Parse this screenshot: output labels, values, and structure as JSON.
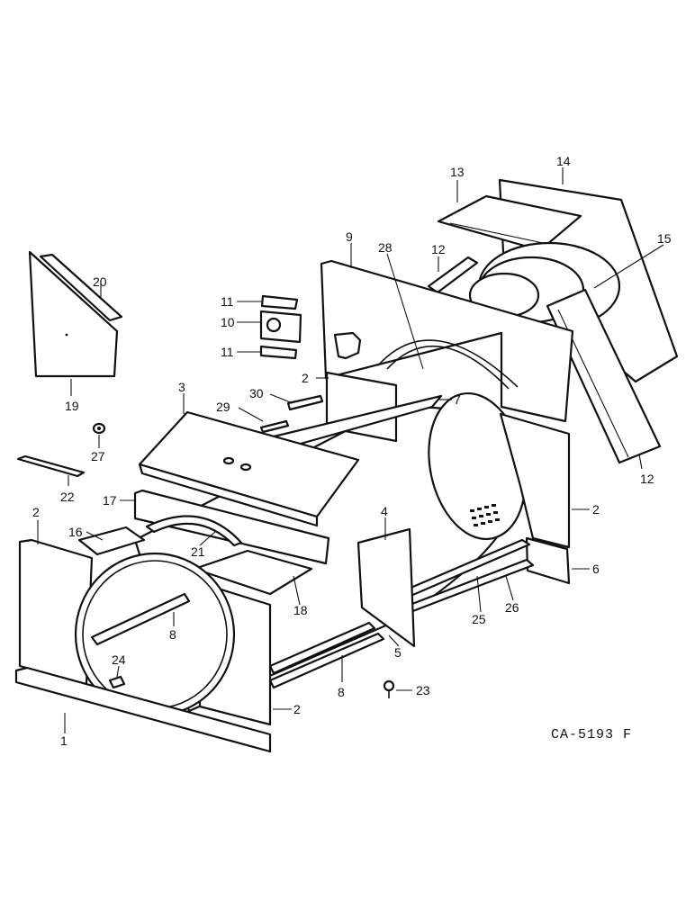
{
  "diagram": {
    "code": "CA-5193 F",
    "callouts": [
      "1",
      "2",
      "2",
      "2",
      "2",
      "3",
      "4",
      "5",
      "6",
      "7",
      "8",
      "8",
      "9",
      "10",
      "11",
      "11",
      "12",
      "12",
      "13",
      "14",
      "15",
      "16",
      "17",
      "18",
      "19",
      "20",
      "21",
      "22",
      "23",
      "24",
      "25",
      "26",
      "27",
      "28",
      "29",
      "30"
    ]
  }
}
